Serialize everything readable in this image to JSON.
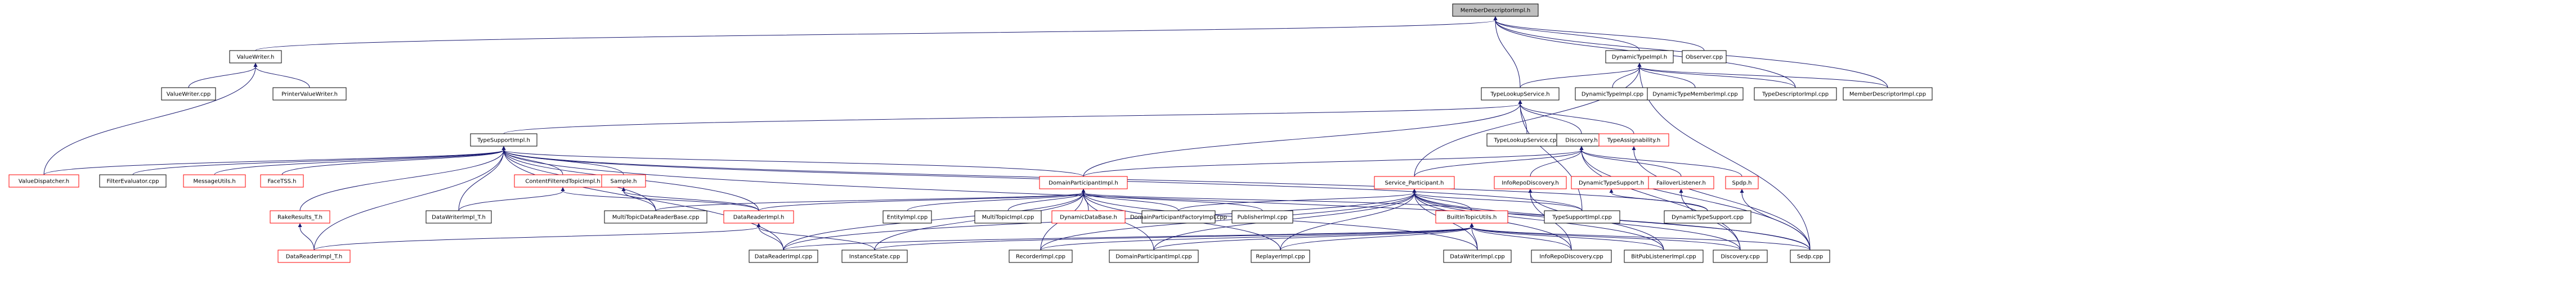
{
  "graph": {
    "root": "MemberDescriptorImpl.h",
    "nodes": [
      {
        "id": "n0",
        "label": "MemberDescriptorImpl.h",
        "color": "#000000",
        "fill": "#bfbfbf"
      },
      {
        "id": "n1",
        "label": "ValueWriter.h",
        "color": "#000000"
      },
      {
        "id": "n2",
        "label": "ValueWriter.cpp",
        "color": "#000000"
      },
      {
        "id": "n3",
        "label": "PrinterValueWriter.h",
        "color": "#000000"
      },
      {
        "id": "n4",
        "label": "DynamicTypeImpl.h",
        "color": "#000000"
      },
      {
        "id": "n5",
        "label": "Observer.cpp",
        "color": "#000000"
      },
      {
        "id": "n6",
        "label": "TypeLookupService.h",
        "color": "#000000"
      },
      {
        "id": "n7",
        "label": "DynamicTypeImpl.cpp",
        "color": "#000000"
      },
      {
        "id": "n8",
        "label": "DynamicTypeMemberImpl.cpp",
        "color": "#000000"
      },
      {
        "id": "n9",
        "label": "TypeDescriptorImpl.cpp",
        "color": "#000000"
      },
      {
        "id": "n10",
        "label": "MemberDescriptorImpl.cpp",
        "color": "#000000"
      },
      {
        "id": "n11",
        "label": "TypeSupportImpl.h",
        "color": "#000000"
      },
      {
        "id": "n12",
        "label": "TypeLookupService.cpp",
        "color": "#000000"
      },
      {
        "id": "n13",
        "label": "Discovery.h",
        "color": "#000000"
      },
      {
        "id": "n14",
        "label": "TypeAssignability.h",
        "color": "#ff0000"
      },
      {
        "id": "n15",
        "label": "ValueDispatcher.h",
        "color": "#ff0000"
      },
      {
        "id": "n16",
        "label": "FilterEvaluator.cpp",
        "color": "#000000"
      },
      {
        "id": "n17",
        "label": "MessageUtils.h",
        "color": "#ff0000"
      },
      {
        "id": "n18",
        "label": "FaceTSS.h",
        "color": "#ff0000"
      },
      {
        "id": "n19",
        "label": "ContentFilteredTopicImpl.h",
        "color": "#ff0000"
      },
      {
        "id": "n20",
        "label": "Sample.h",
        "color": "#ff0000"
      },
      {
        "id": "n21",
        "label": "DomainParticipantImpl.h",
        "color": "#ff0000"
      },
      {
        "id": "n22",
        "label": "Service_Participant.h",
        "color": "#ff0000"
      },
      {
        "id": "n23",
        "label": "InfoRepoDiscovery.h",
        "color": "#ff0000"
      },
      {
        "id": "n24",
        "label": "DynamicTypeSupport.h",
        "color": "#ff0000"
      },
      {
        "id": "n25",
        "label": "FailoverListener.h",
        "color": "#ff0000"
      },
      {
        "id": "n26",
        "label": "Spdp.h",
        "color": "#ff0000"
      },
      {
        "id": "n27",
        "label": "RakeResults_T.h",
        "color": "#ff0000"
      },
      {
        "id": "n28",
        "label": "DataWriterImpl_T.h",
        "color": "#000000"
      },
      {
        "id": "n29",
        "label": "MultiTopicDataReaderBase.cpp",
        "color": "#000000"
      },
      {
        "id": "n30",
        "label": "DataReaderImpl.h",
        "color": "#ff0000"
      },
      {
        "id": "n31",
        "label": "EntityImpl.cpp",
        "color": "#000000"
      },
      {
        "id": "n32",
        "label": "MultiTopicImpl.cpp",
        "color": "#000000"
      },
      {
        "id": "n33",
        "label": "DynamicDataBase.h",
        "color": "#ff0000"
      },
      {
        "id": "n34",
        "label": "DomainParticipantFactoryImpl.cpp",
        "color": "#000000"
      },
      {
        "id": "n35",
        "label": "PublisherImpl.cpp",
        "color": "#000000"
      },
      {
        "id": "n36",
        "label": "BuiltInTopicUtils.h",
        "color": "#ff0000"
      },
      {
        "id": "n37",
        "label": "TypeSupportImpl.cpp",
        "color": "#000000"
      },
      {
        "id": "n38",
        "label": "DynamicTypeSupport.cpp",
        "color": "#000000"
      },
      {
        "id": "n39",
        "label": "DataReaderImpl_T.h",
        "color": "#ff0000"
      },
      {
        "id": "n40",
        "label": "DataReaderImpl.cpp",
        "color": "#000000"
      },
      {
        "id": "n41",
        "label": "InstanceState.cpp",
        "color": "#000000"
      },
      {
        "id": "n42",
        "label": "RecorderImpl.cpp",
        "color": "#000000"
      },
      {
        "id": "n43",
        "label": "DomainParticipantImpl.cpp",
        "color": "#000000"
      },
      {
        "id": "n44",
        "label": "ReplayerImpl.cpp",
        "color": "#000000"
      },
      {
        "id": "n45",
        "label": "DataWriterImpl.cpp",
        "color": "#000000"
      },
      {
        "id": "n46",
        "label": "InfoRepoDiscovery.cpp",
        "color": "#000000"
      },
      {
        "id": "n47",
        "label": "BitPubListenerImpl.cpp",
        "color": "#000000"
      },
      {
        "id": "n48",
        "label": "Discovery.cpp",
        "color": "#000000"
      },
      {
        "id": "n49",
        "label": "Sedp.cpp",
        "color": "#000000"
      }
    ],
    "edges": [
      [
        "n0",
        "n1"
      ],
      [
        "n0",
        "n4"
      ],
      [
        "n0",
        "n5"
      ],
      [
        "n0",
        "n6"
      ],
      [
        "n0",
        "n9"
      ],
      [
        "n0",
        "n10"
      ],
      [
        "n1",
        "n2"
      ],
      [
        "n1",
        "n3"
      ],
      [
        "n1",
        "n15"
      ],
      [
        "n4",
        "n6"
      ],
      [
        "n4",
        "n7"
      ],
      [
        "n4",
        "n8"
      ],
      [
        "n4",
        "n9"
      ],
      [
        "n4",
        "n10"
      ],
      [
        "n4",
        "n22"
      ],
      [
        "n4",
        "n49"
      ],
      [
        "n6",
        "n11"
      ],
      [
        "n6",
        "n12"
      ],
      [
        "n6",
        "n13"
      ],
      [
        "n6",
        "n14"
      ],
      [
        "n6",
        "n37"
      ],
      [
        "n6",
        "n21"
      ],
      [
        "n11",
        "n15"
      ],
      [
        "n11",
        "n16"
      ],
      [
        "n11",
        "n17"
      ],
      [
        "n11",
        "n18"
      ],
      [
        "n11",
        "n19"
      ],
      [
        "n11",
        "n20"
      ],
      [
        "n11",
        "n27"
      ],
      [
        "n11",
        "n28"
      ],
      [
        "n11",
        "n29"
      ],
      [
        "n11",
        "n30"
      ],
      [
        "n11",
        "n39"
      ],
      [
        "n11",
        "n21"
      ],
      [
        "n11",
        "n37"
      ],
      [
        "n11",
        "n38"
      ],
      [
        "n11",
        "n40"
      ],
      [
        "n11",
        "n49"
      ],
      [
        "n13",
        "n22"
      ],
      [
        "n13",
        "n23"
      ],
      [
        "n13",
        "n25"
      ],
      [
        "n13",
        "n26"
      ],
      [
        "n13",
        "n21"
      ],
      [
        "n13",
        "n48"
      ],
      [
        "n13",
        "n49"
      ],
      [
        "n14",
        "n49"
      ],
      [
        "n19",
        "n28"
      ],
      [
        "n19",
        "n30"
      ],
      [
        "n20",
        "n29"
      ],
      [
        "n20",
        "n30"
      ],
      [
        "n21",
        "n30"
      ],
      [
        "n21",
        "n31"
      ],
      [
        "n21",
        "n32"
      ],
      [
        "n21",
        "n33"
      ],
      [
        "n21",
        "n34"
      ],
      [
        "n21",
        "n35"
      ],
      [
        "n21",
        "n36"
      ],
      [
        "n21",
        "n40"
      ],
      [
        "n21",
        "n41"
      ],
      [
        "n21",
        "n42"
      ],
      [
        "n21",
        "n43"
      ],
      [
        "n21",
        "n44"
      ],
      [
        "n21",
        "n45"
      ],
      [
        "n21",
        "n29"
      ],
      [
        "n22",
        "n36"
      ],
      [
        "n22",
        "n37"
      ],
      [
        "n22",
        "n34"
      ],
      [
        "n22",
        "n40"
      ],
      [
        "n22",
        "n42"
      ],
      [
        "n22",
        "n43"
      ],
      [
        "n22",
        "n44"
      ],
      [
        "n22",
        "n45"
      ],
      [
        "n22",
        "n46"
      ],
      [
        "n22",
        "n47"
      ],
      [
        "n22",
        "n48"
      ],
      [
        "n22",
        "n49"
      ],
      [
        "n23",
        "n46"
      ],
      [
        "n23",
        "n47"
      ],
      [
        "n24",
        "n38"
      ],
      [
        "n25",
        "n48"
      ],
      [
        "n26",
        "n49"
      ],
      [
        "n27",
        "n39"
      ],
      [
        "n30",
        "n40"
      ],
      [
        "n30",
        "n41"
      ],
      [
        "n30",
        "n39"
      ],
      [
        "n36",
        "n40"
      ],
      [
        "n36",
        "n41"
      ],
      [
        "n36",
        "n42"
      ],
      [
        "n36",
        "n43"
      ],
      [
        "n36",
        "n44"
      ],
      [
        "n36",
        "n45"
      ],
      [
        "n36",
        "n46"
      ],
      [
        "n36",
        "n47"
      ],
      [
        "n36",
        "n48"
      ],
      [
        "n36",
        "n49"
      ]
    ]
  }
}
